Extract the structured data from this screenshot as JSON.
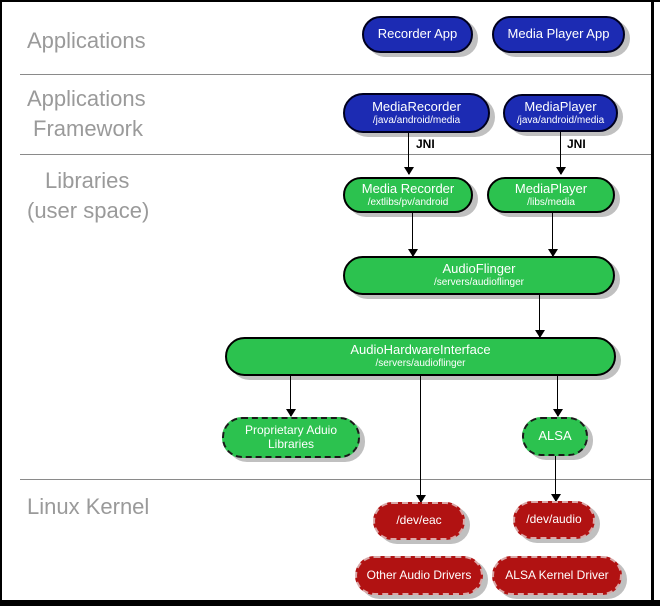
{
  "sections": {
    "applications": {
      "label": "Applications"
    },
    "framework": {
      "line1": "Applications",
      "line2": "Framework"
    },
    "libraries": {
      "line1": "Libraries",
      "line2": "(user space)"
    },
    "kernel": {
      "label": "Linux Kernel"
    }
  },
  "nodes": {
    "recorder_app": {
      "title": "Recorder App"
    },
    "media_player_app": {
      "title": "Media Player App"
    },
    "fw_media_recorder": {
      "title": "MediaRecorder",
      "subtitle": "/java/android/media"
    },
    "fw_media_player": {
      "title": "MediaPlayer",
      "subtitle": "/java/android/media"
    },
    "lib_media_recorder": {
      "title": "Media Recorder",
      "subtitle": "/extlibs/pv/android"
    },
    "lib_media_player": {
      "title": "MediaPlayer",
      "subtitle": "/libs/media"
    },
    "audioflinger": {
      "title": "AudioFlinger",
      "subtitle": "/servers/audioflinger"
    },
    "audio_hardware_interface": {
      "title": "AudioHardwareInterface",
      "subtitle": "/servers/audioflinger"
    },
    "proprietary_audio_libraries": {
      "title": "Proprietary Aduio Libraries"
    },
    "alsa": {
      "title": "ALSA"
    },
    "dev_eac": {
      "title": "/dev/eac"
    },
    "dev_audio": {
      "title": "/dev/audio"
    },
    "other_audio_drivers": {
      "title": "Other Audio Drivers"
    },
    "alsa_kernel_driver": {
      "title": "ALSA Kernel Driver"
    }
  },
  "edge_labels": {
    "jni": "JNI"
  },
  "colors": {
    "app_blue": "#1c2bb3",
    "lib_green": "#2cc24f",
    "kernel_red": "#b11212",
    "section_label_gray": "#9a9a9a",
    "shadow_gray": "#c0c0c0",
    "frame_black": "#000000"
  }
}
